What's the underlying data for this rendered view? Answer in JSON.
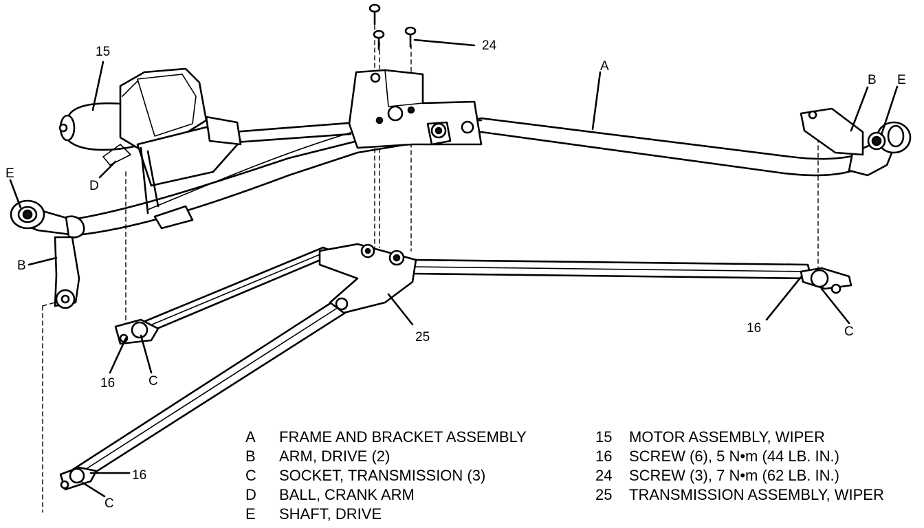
{
  "diagram": {
    "callouts": {
      "motor": "15",
      "screw_top": "24",
      "frame": "A",
      "arm_right": "B",
      "shaft_right": "E",
      "shaft_left": "E",
      "ball": "D",
      "arm_left": "B",
      "transmission": "25",
      "screw_right": "16",
      "socket_right": "C",
      "screw_left": "16",
      "socket_left": "C",
      "screw_bottom": "16",
      "socket_bottom": "C"
    }
  },
  "legend": {
    "left": [
      {
        "code": "A",
        "text": "FRAME AND BRACKET ASSEMBLY"
      },
      {
        "code": "B",
        "text": "ARM, DRIVE (2)"
      },
      {
        "code": "C",
        "text": "SOCKET, TRANSMISSION (3)"
      },
      {
        "code": "D",
        "text": "BALL, CRANK ARM"
      },
      {
        "code": "E",
        "text": "SHAFT, DRIVE"
      }
    ],
    "right": [
      {
        "code": "15",
        "text": "MOTOR ASSEMBLY, WIPER"
      },
      {
        "code": "16",
        "text": "SCREW (6), 5 N•m (44 LB. IN.)"
      },
      {
        "code": "24",
        "text": "SCREW (3), 7 N•m (62 LB. IN.)"
      },
      {
        "code": "25",
        "text": "TRANSMISSION ASSEMBLY, WIPER"
      }
    ]
  }
}
